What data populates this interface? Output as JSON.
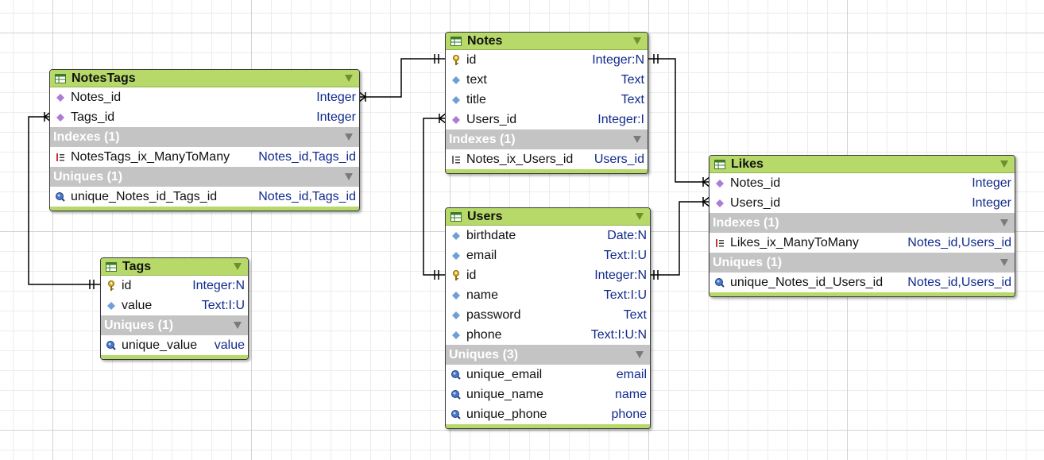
{
  "entities": {
    "notes_tags": {
      "title": "NotesTags",
      "fields": [
        {
          "name": "Notes_id",
          "type": "Integer",
          "icon": "foreign-key-icon"
        },
        {
          "name": "Tags_id",
          "type": "Integer",
          "icon": "foreign-key-icon"
        }
      ],
      "indexes_label": "Indexes (1)",
      "indexes": [
        {
          "name": "NotesTags_ix_ManyToMany",
          "columns": "Notes_id,Tags_id",
          "icon": "index-icon"
        }
      ],
      "uniques_label": "Uniques (1)",
      "uniques": [
        {
          "name": "unique_Notes_id_Tags_id",
          "columns": "Notes_id,Tags_id",
          "icon": "unique-icon"
        }
      ]
    },
    "notes": {
      "title": "Notes",
      "fields": [
        {
          "name": "id",
          "type": "Integer:N",
          "icon": "primary-key-icon"
        },
        {
          "name": "text",
          "type": "Text",
          "icon": "field-icon"
        },
        {
          "name": "title",
          "type": "Text",
          "icon": "field-icon"
        },
        {
          "name": "Users_id",
          "type": "Integer:I",
          "icon": "foreign-key-icon"
        }
      ],
      "indexes_label": "Indexes (1)",
      "indexes": [
        {
          "name": "Notes_ix_Users_id",
          "columns": "Users_id",
          "icon": "index-icon"
        }
      ]
    },
    "likes": {
      "title": "Likes",
      "fields": [
        {
          "name": "Notes_id",
          "type": "Integer",
          "icon": "foreign-key-icon"
        },
        {
          "name": "Users_id",
          "type": "Integer",
          "icon": "foreign-key-icon"
        }
      ],
      "indexes_label": "Indexes (1)",
      "indexes": [
        {
          "name": "Likes_ix_ManyToMany",
          "columns": "Notes_id,Users_id",
          "icon": "index-icon"
        }
      ],
      "uniques_label": "Uniques (1)",
      "uniques": [
        {
          "name": "unique_Notes_id_Users_id",
          "columns": "Notes_id,Users_id",
          "icon": "unique-icon"
        }
      ]
    },
    "users": {
      "title": "Users",
      "fields": [
        {
          "name": "birthdate",
          "type": "Date:N",
          "icon": "field-icon"
        },
        {
          "name": "email",
          "type": "Text:I:U",
          "icon": "field-icon"
        },
        {
          "name": "id",
          "type": "Integer:N",
          "icon": "primary-key-icon"
        },
        {
          "name": "name",
          "type": "Text:I:U",
          "icon": "field-icon"
        },
        {
          "name": "password",
          "type": "Text",
          "icon": "field-icon"
        },
        {
          "name": "phone",
          "type": "Text:I:U:N",
          "icon": "field-icon"
        }
      ],
      "uniques_label": "Uniques (3)",
      "uniques": [
        {
          "name": "unique_email",
          "columns": "email",
          "icon": "unique-icon"
        },
        {
          "name": "unique_name",
          "columns": "name",
          "icon": "unique-icon"
        },
        {
          "name": "unique_phone",
          "columns": "phone",
          "icon": "unique-icon"
        }
      ]
    },
    "tags": {
      "title": "Tags",
      "fields": [
        {
          "name": "id",
          "type": "Integer:N",
          "icon": "primary-key-icon"
        },
        {
          "name": "value",
          "type": "Text:I:U",
          "icon": "field-icon"
        }
      ],
      "uniques_label": "Uniques (1)",
      "uniques": [
        {
          "name": "unique_value",
          "columns": "value",
          "icon": "unique-icon"
        }
      ]
    }
  },
  "colors": {
    "header": "#b6d96a",
    "section": "#c4c4c4",
    "type_text": "#102a8c",
    "foreign_key": "#b07ad8",
    "field": "#6f9fd8",
    "primary_key": "#e2b320"
  }
}
